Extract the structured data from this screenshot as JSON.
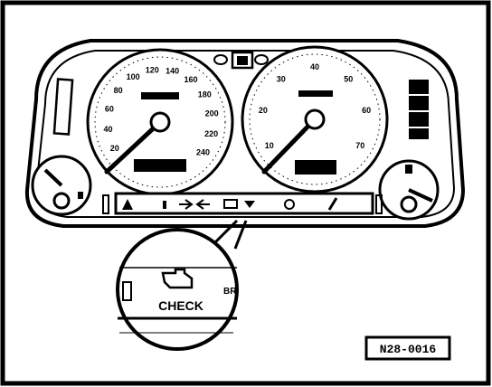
{
  "figure": {
    "callout_label": "CHECK",
    "callout_side_text": "BR",
    "reference_code": "N28-0016",
    "speedometer": {
      "ticks": [
        "20",
        "40",
        "60",
        "80",
        "100",
        "120",
        "140",
        "160",
        "180",
        "200",
        "220",
        "240"
      ]
    },
    "tachometer": {
      "ticks": [
        "10",
        "20",
        "30",
        "40",
        "50",
        "60",
        "70"
      ]
    },
    "colors": {
      "ink": "#000000",
      "paper": "#ffffff"
    },
    "icons": [
      "engine-check-icon",
      "turn-signal-icon",
      "battery-icon",
      "oil-can-icon",
      "brake-warning-icon",
      "fuel-pump-icon",
      "temperature-icon"
    ]
  }
}
